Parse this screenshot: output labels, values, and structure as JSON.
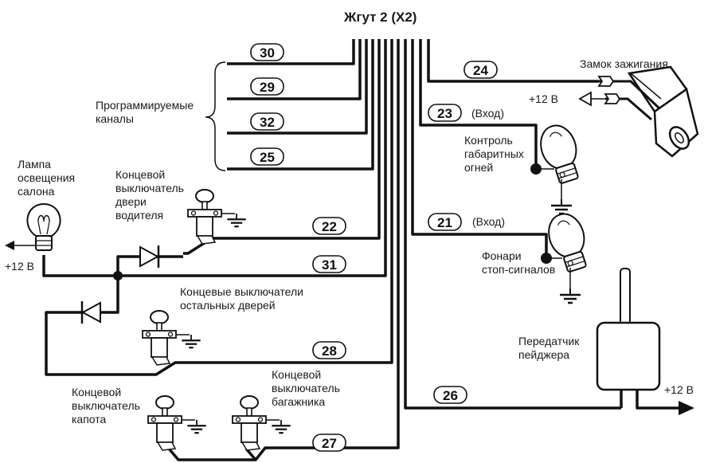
{
  "harness_title": "Жгут 2 (X2)",
  "pins": {
    "p30": "30",
    "p29": "29",
    "p32": "32",
    "p25": "25",
    "p22": "22",
    "p31": "31",
    "p28": "28",
    "p27": "27",
    "p24": "24",
    "p23": "23",
    "p21": "21",
    "p26": "26"
  },
  "labels": {
    "programmable": "Программируемые\nканалы",
    "ignition": "Замок зажигания",
    "plus12_ignition": "+12 В",
    "input23": "(Вход)",
    "input21": "(Вход)",
    "parking_lights": "Контроль\nгабаритных\nогней",
    "brake_lights": "Фонари\nстоп-сигналов",
    "interior_lamp": "Лампа\nосвещения\nсалона",
    "plus12_lamp": "+12 В",
    "driver_door_switch": "Концевой\nвыключатель\nдвери\nводителя",
    "other_doors_switch": "Концевые выключатели\nостальных дверей",
    "hood_switch": "Концевой\nвыключатель\nкапота",
    "trunk_switch": "Концевой\nвыключатель\nбагажника",
    "pager": "Передатчик\nпейджера",
    "plus12_pager": "+12 В"
  }
}
